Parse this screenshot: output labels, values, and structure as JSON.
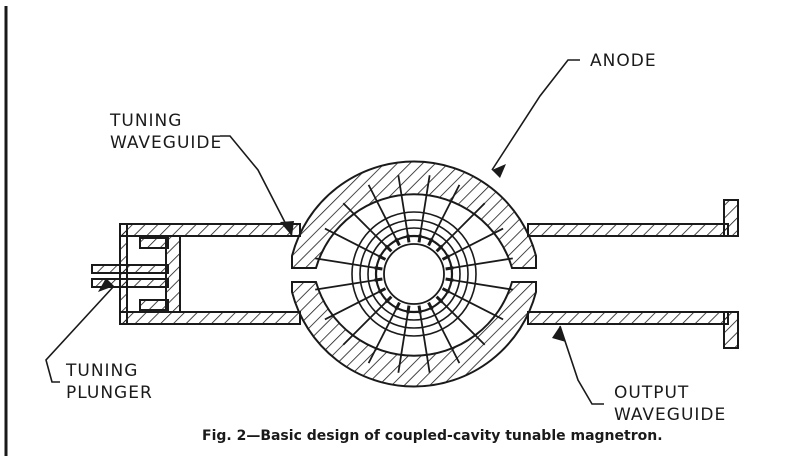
{
  "labels": {
    "anode": "ANODE",
    "tuning_waveguide_line1": "TUNING",
    "tuning_waveguide_line2": "WAVEGUIDE",
    "tuning_plunger_line1": "TUNING",
    "tuning_plunger_line2": "PLUNGER",
    "output_waveguide_line1": "OUTPUT",
    "output_waveguide_line2": "WAVEGUIDE"
  },
  "caption": "Fig. 2—Basic design of coupled-cavity tunable magnetron.",
  "colors": {
    "ink": "#1a1a1a",
    "paper": "#ffffff"
  }
}
